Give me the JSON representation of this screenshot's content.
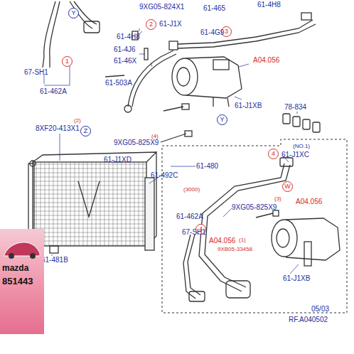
{
  "diagram": {
    "nodes": [
      {
        "text": [
          "mazda",
          "851443"
        ]
      }
    ],
    "labels": [
      "9XG05-824X1",
      "61-465",
      "61-4H8",
      "Y",
      "1",
      "67-SH1",
      "61-462A",
      "61-4H8",
      "2",
      "61-J1X",
      "61-4G9",
      "3",
      "61-4J6",
      "61-46X",
      "61-503A",
      "A04.056",
      "61-J1XB",
      "Y",
      "78-834",
      "8XF20-413X1",
      "(2)",
      "Z",
      "9XG05-825X9",
      "(4)",
      "61-J1XD",
      "61-480",
      "61-492C",
      "(3000)",
      "4",
      "61-J1XC",
      "(NO.1)",
      "W",
      "(3)",
      "A04.056",
      "9XG05-825X9",
      "61-462A",
      "67-SH1",
      "4",
      "A04.056",
      "(1)",
      "9XB05-33458",
      "61-J1XB",
      "61-481B",
      "05/03",
      "RF.A040502"
    ]
  }
}
